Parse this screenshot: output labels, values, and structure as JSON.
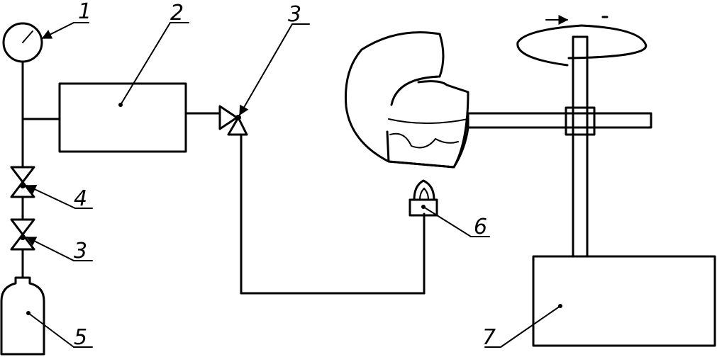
{
  "labels": {
    "gauge": "1",
    "unit": "2",
    "valve_top": "3",
    "valve_upper": "4",
    "valve_lower": "3",
    "cylinder": "5",
    "burner": "6",
    "base": "7"
  },
  "colors": {
    "ink": "#000000",
    "paper": "#ffffff"
  }
}
